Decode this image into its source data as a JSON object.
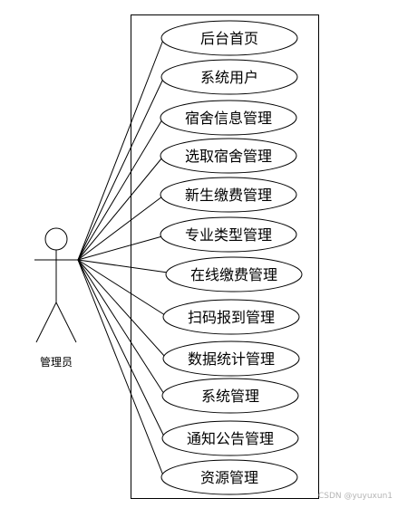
{
  "actor": {
    "label": "管理员"
  },
  "use_cases": [
    "后台首页",
    "系统用户",
    "宿舍信息管理",
    "选取宿舍管理",
    "新生缴费管理",
    "专业类型管理",
    "在线缴费管理",
    "扫码报到管理",
    "数据统计管理",
    "系统管理",
    "通知公告管理",
    "资源管理"
  ],
  "watermark": "CSDN @yuyuxun1"
}
